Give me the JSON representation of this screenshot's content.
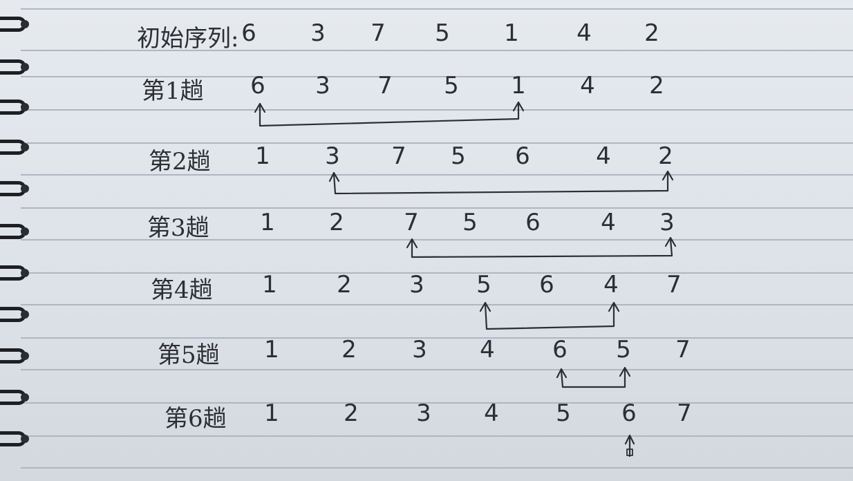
{
  "rows": [
    {
      "label": "初始序列:",
      "values": [
        "6",
        "3",
        "7",
        "5",
        "1",
        "4",
        "2"
      ]
    },
    {
      "label": "第1趟",
      "values": [
        "6",
        "3",
        "7",
        "5",
        "1",
        "4",
        "2"
      ]
    },
    {
      "label": "第2趟",
      "values": [
        "1",
        "3",
        "7",
        "5",
        "6",
        "4",
        "2"
      ]
    },
    {
      "label": "第3趟",
      "values": [
        "1",
        "2",
        "7",
        "5",
        "6",
        "4",
        "3"
      ]
    },
    {
      "label": "第4趟",
      "values": [
        "1",
        "2",
        "3",
        "5",
        "6",
        "4",
        "7"
      ]
    },
    {
      "label": "第5趟",
      "values": [
        "1",
        "2",
        "3",
        "4",
        "6",
        "5",
        "7"
      ]
    },
    {
      "label": "第6趟",
      "values": [
        "1",
        "2",
        "3",
        "4",
        "5",
        "6",
        "7"
      ]
    }
  ],
  "ink_color": "#2b2e33",
  "paper_color": "#e2e6eb"
}
